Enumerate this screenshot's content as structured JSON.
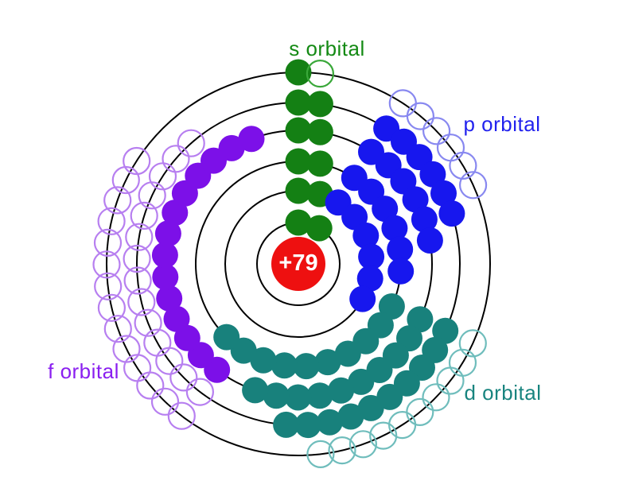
{
  "diagram": {
    "background": "#ffffff",
    "shell_ring_color": "#000000",
    "shell_count": 6,
    "nucleus": {
      "label": "+79",
      "fill": "#ee1010",
      "text_color": "#ffffff"
    },
    "orbitals": [
      {
        "key": "s",
        "label": "s orbital",
        "label_color": "#148a14",
        "fill": "#148014",
        "outline": "#3aa83a",
        "rings": [
          {
            "shell": 1,
            "filled": 2,
            "empty": 0
          },
          {
            "shell": 2,
            "filled": 2,
            "empty": 0
          },
          {
            "shell": 3,
            "filled": 2,
            "empty": 0
          },
          {
            "shell": 4,
            "filled": 2,
            "empty": 0
          },
          {
            "shell": 5,
            "filled": 2,
            "empty": 0
          },
          {
            "shell": 6,
            "filled": 1,
            "empty": 1
          }
        ]
      },
      {
        "key": "p",
        "label": "p orbital",
        "label_color": "#2222ee",
        "fill": "#1717ee",
        "outline": "#8888f0",
        "rings": [
          {
            "shell": 2,
            "filled": 6,
            "empty": 0
          },
          {
            "shell": 3,
            "filled": 6,
            "empty": 0
          },
          {
            "shell": 4,
            "filled": 6,
            "empty": 0
          },
          {
            "shell": 5,
            "filled": 6,
            "empty": 0
          },
          {
            "shell": 6,
            "filled": 0,
            "empty": 6
          }
        ]
      },
      {
        "key": "d",
        "label": "d orbital",
        "label_color": "#18847f",
        "fill": "#18817c",
        "outline": "#6fbdbc",
        "rings": [
          {
            "shell": 3,
            "filled": 10,
            "empty": 0
          },
          {
            "shell": 4,
            "filled": 10,
            "empty": 0
          },
          {
            "shell": 5,
            "filled": 10,
            "empty": 0
          },
          {
            "shell": 6,
            "filled": 0,
            "empty": 10
          }
        ]
      },
      {
        "key": "f",
        "label": "f orbital",
        "label_color": "#8a1ff0",
        "fill": "#7c10e8",
        "outline": "#b77ff0",
        "rings": [
          {
            "shell": 4,
            "filled": 14,
            "empty": 0
          },
          {
            "shell": 5,
            "filled": 0,
            "empty": 14
          },
          {
            "shell": 6,
            "filled": 0,
            "empty": 14
          }
        ]
      }
    ]
  }
}
